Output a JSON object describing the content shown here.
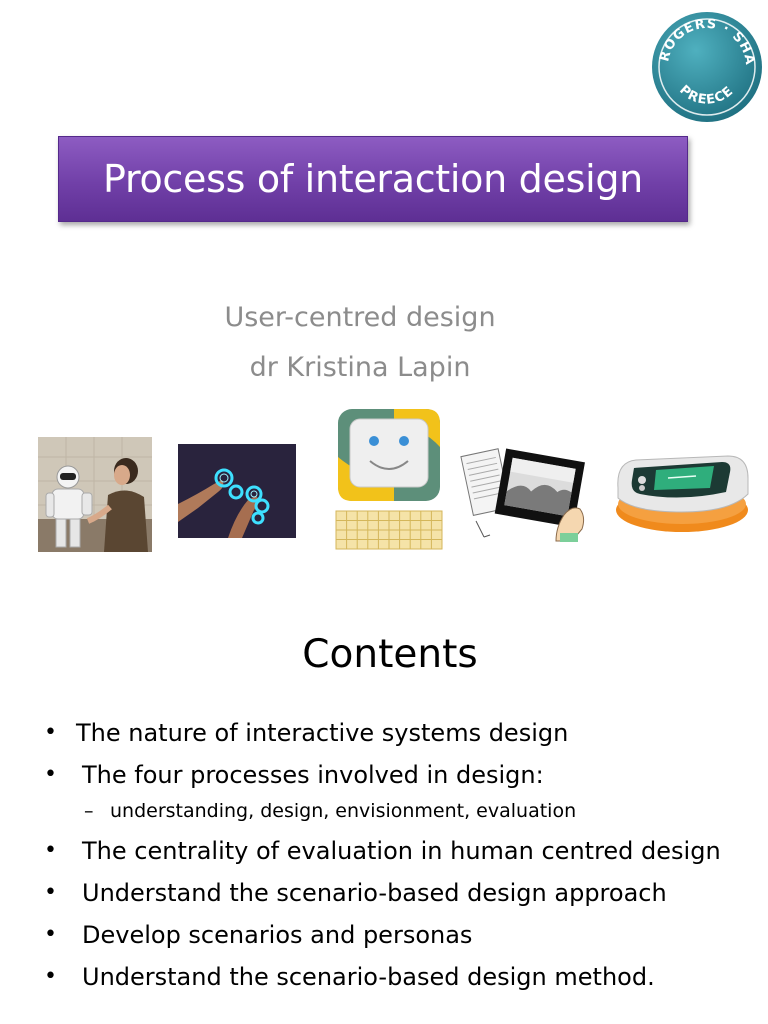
{
  "seal": {
    "top_text": "ROGERS",
    "right_text": "SHARP",
    "bottom_text": "PREECE",
    "color": "#2e8e9e"
  },
  "title": "Process of interaction design",
  "subtitle": {
    "line1": "User-centred design",
    "line2": "dr Kristina Lapin"
  },
  "contents": {
    "heading": "Contents",
    "bullets": [
      {
        "text": "The nature of interactive systems design",
        "sub": []
      },
      {
        "text": "The four processes involved in design:",
        "sub": [
          "understanding, design, envisionment, evaluation"
        ]
      },
      {
        "text": "The centrality of evaluation in human centred design",
        "sub": []
      },
      {
        "text": "Understand the scenario-based design approach",
        "sub": []
      },
      {
        "text": "Develop scenarios and personas",
        "sub": []
      },
      {
        "text": "Understand the scenario-based design method.",
        "sub": []
      }
    ]
  }
}
